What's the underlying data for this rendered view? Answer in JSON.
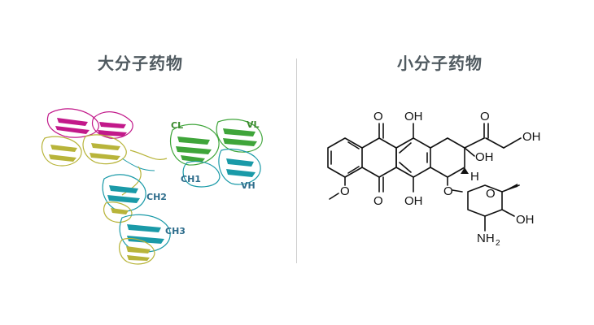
{
  "titles": {
    "large_molecule": "大分子药物",
    "small_molecule": "小分子药物"
  },
  "antibody": {
    "domain_labels": {
      "cl": "CL",
      "vl": "VL",
      "ch1": "CH1",
      "vh": "VH",
      "ch2": "CH2",
      "ch3": "CH3"
    },
    "colors": {
      "magenta": "#c2198a",
      "yellow": "#b8b43a",
      "green": "#3fa53a",
      "teal": "#1a9aa8",
      "label_green": "#3a8a2e",
      "label_teal": "#2e6d8c"
    }
  },
  "molecule": {
    "labels": {
      "oh_top": "OH",
      "oh_bottom": "OH",
      "o_top": "O",
      "o_bottom": "O",
      "o_keto": "O",
      "oh_side": "OH",
      "oh_ring": "OH",
      "h": "H",
      "o_glyco": "O",
      "o_ring": "O",
      "oh_sugar": "OH",
      "nh2": "NH",
      "nh2_sub": "2",
      "o_methoxy": "O"
    }
  }
}
